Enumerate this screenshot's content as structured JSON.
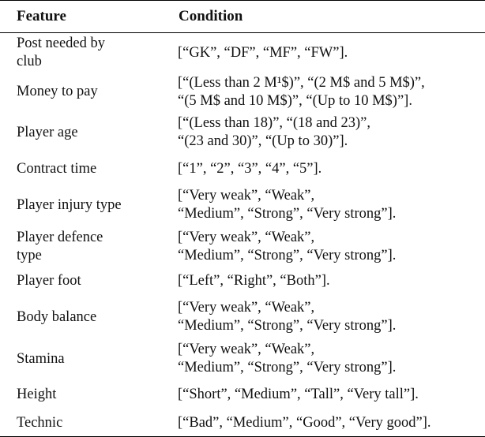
{
  "table": {
    "headers": {
      "feature": "Feature",
      "condition": "Condition"
    },
    "rows": [
      {
        "feature": "Post needed by\nclub",
        "condition": "[“GK”, “DF”, “MF”, “FW”]."
      },
      {
        "feature": "Money to pay",
        "condition": "[“(Less than 2 M¹$)”, “(2 M$ and 5 M$)”,\n“(5 M$ and 10 M$)”, “(Up to 10 M$)”]."
      },
      {
        "feature": "Player age",
        "condition": "[“(Less than 18)”, “(18 and 23)”,\n“(23 and 30)”, “(Up to 30)”]."
      },
      {
        "feature": "Contract time",
        "condition": "[“1”, “2”, “3”, “4”, “5”]."
      },
      {
        "feature": "Player injury type",
        "condition": "[“Very weak”, “Weak”,\n“Medium”, “Strong”, “Very strong”]."
      },
      {
        "feature": "Player defence\ntype",
        "condition": "[“Very weak”, “Weak”,\n“Medium”, “Strong”, “Very strong”]."
      },
      {
        "feature": "Player foot",
        "condition": "[“Left”, “Right”, “Both”]."
      },
      {
        "feature": "Body balance",
        "condition": "[“Very weak”, “Weak”,\n“Medium”, “Strong”, “Very strong”]."
      },
      {
        "feature": "Stamina",
        "condition": "[“Very weak”, “Weak”,\n“Medium”, “Strong”, “Very strong”]."
      },
      {
        "feature": "Height",
        "condition": "[“Short”, “Medium”, “Tall”, “Very tall”]."
      },
      {
        "feature": "Technic",
        "condition": "[“Bad”, “Medium”, “Good”, “Very good”]."
      }
    ]
  }
}
